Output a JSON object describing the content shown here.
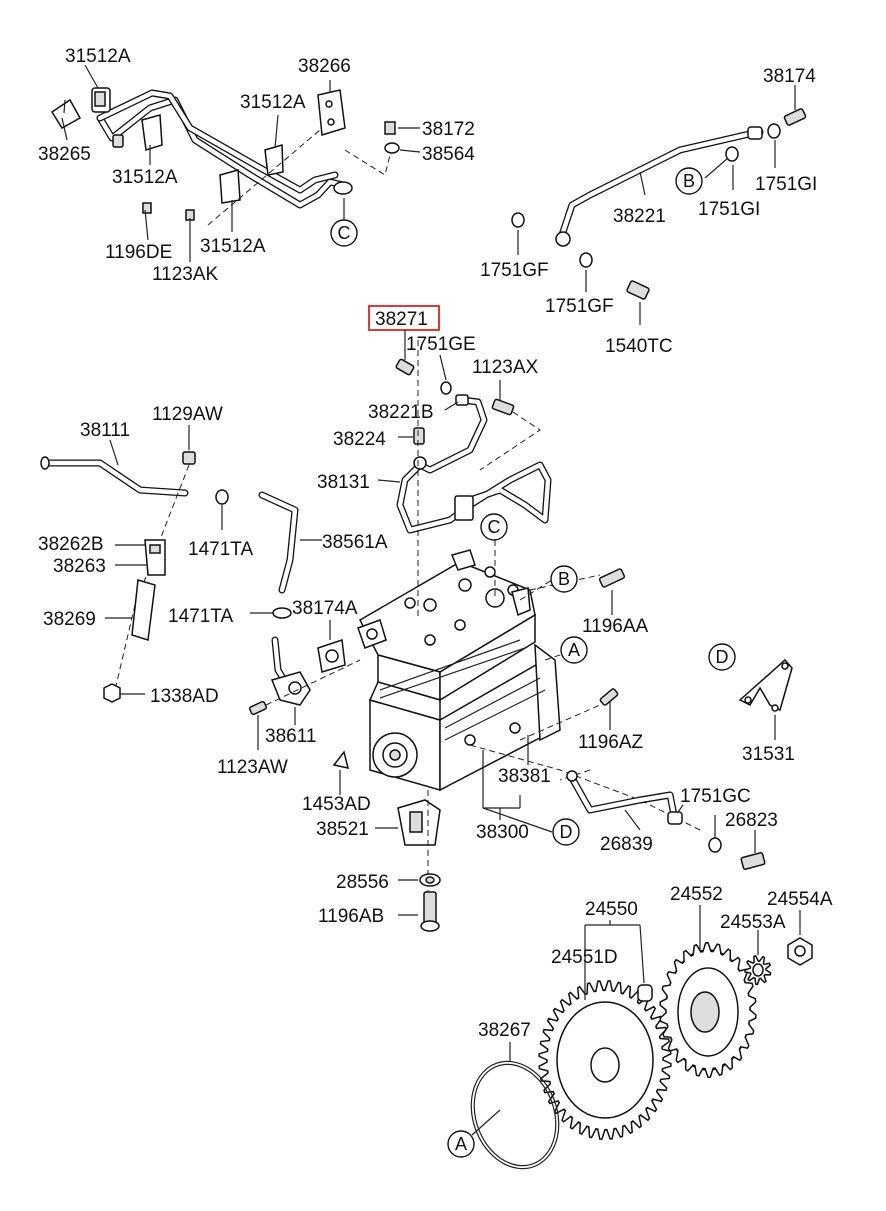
{
  "highlight": {
    "part": "38271",
    "color": "#e02020"
  },
  "labels": [
    {
      "id": "l31512a_1",
      "text": "31512A"
    },
    {
      "id": "l38266",
      "text": "38266"
    },
    {
      "id": "l31512a_2",
      "text": "31512A"
    },
    {
      "id": "l38172",
      "text": "38172"
    },
    {
      "id": "l38564",
      "text": "38564"
    },
    {
      "id": "l38265",
      "text": "38265"
    },
    {
      "id": "l31512a_3",
      "text": "31512A"
    },
    {
      "id": "l1196de",
      "text": "1196DE"
    },
    {
      "id": "l1123ak",
      "text": "1123AK"
    },
    {
      "id": "l31512a_4",
      "text": "31512A"
    },
    {
      "id": "l38174",
      "text": "38174"
    },
    {
      "id": "l1751gi_1",
      "text": "1751GI"
    },
    {
      "id": "l1751gi_2",
      "text": "1751GI"
    },
    {
      "id": "l38221",
      "text": "38221"
    },
    {
      "id": "l1751gf_1",
      "text": "1751GF"
    },
    {
      "id": "l1751gf_2",
      "text": "1751GF"
    },
    {
      "id": "l1540tc",
      "text": "1540TC"
    },
    {
      "id": "l38271",
      "text": "38271"
    },
    {
      "id": "l1751ge",
      "text": "1751GE"
    },
    {
      "id": "l1123ax",
      "text": "1123AX"
    },
    {
      "id": "l38221b",
      "text": "38221B"
    },
    {
      "id": "l38224",
      "text": "38224"
    },
    {
      "id": "l38131",
      "text": "38131"
    },
    {
      "id": "l38111",
      "text": "38111"
    },
    {
      "id": "l1129aw",
      "text": "1129AW"
    },
    {
      "id": "l38262b",
      "text": "38262B"
    },
    {
      "id": "l38263",
      "text": "38263"
    },
    {
      "id": "l1471ta_1",
      "text": "1471TA"
    },
    {
      "id": "l38561a",
      "text": "38561A"
    },
    {
      "id": "l38269",
      "text": "38269"
    },
    {
      "id": "l1471ta_2",
      "text": "1471TA"
    },
    {
      "id": "l38174a",
      "text": "38174A"
    },
    {
      "id": "l1196aa",
      "text": "1196AA"
    },
    {
      "id": "l1338ad",
      "text": "1338AD"
    },
    {
      "id": "l38611",
      "text": "38611"
    },
    {
      "id": "l1123aw",
      "text": "1123AW"
    },
    {
      "id": "l1196az",
      "text": "1196AZ"
    },
    {
      "id": "l31531",
      "text": "31531"
    },
    {
      "id": "l38381",
      "text": "38381"
    },
    {
      "id": "l1453ad",
      "text": "1453AD"
    },
    {
      "id": "l38300",
      "text": "38300"
    },
    {
      "id": "l1751gc",
      "text": "1751GC"
    },
    {
      "id": "l26823",
      "text": "26823"
    },
    {
      "id": "l38521",
      "text": "38521"
    },
    {
      "id": "l26839",
      "text": "26839"
    },
    {
      "id": "l28556",
      "text": "28556"
    },
    {
      "id": "l1196ab",
      "text": "1196AB"
    },
    {
      "id": "l24550",
      "text": "24550"
    },
    {
      "id": "l24552",
      "text": "24552"
    },
    {
      "id": "l24554a",
      "text": "24554A"
    },
    {
      "id": "l24553a",
      "text": "24553A"
    },
    {
      "id": "l24551d",
      "text": "24551D"
    },
    {
      "id": "l38267",
      "text": "38267"
    }
  ],
  "refs": [
    {
      "id": "refC1",
      "text": "C"
    },
    {
      "id": "refB1",
      "text": "B"
    },
    {
      "id": "refC2",
      "text": "C"
    },
    {
      "id": "refB2",
      "text": "B"
    },
    {
      "id": "refA1",
      "text": "A"
    },
    {
      "id": "refD1",
      "text": "D"
    },
    {
      "id": "refD2",
      "text": "D"
    },
    {
      "id": "refA2",
      "text": "A"
    }
  ]
}
